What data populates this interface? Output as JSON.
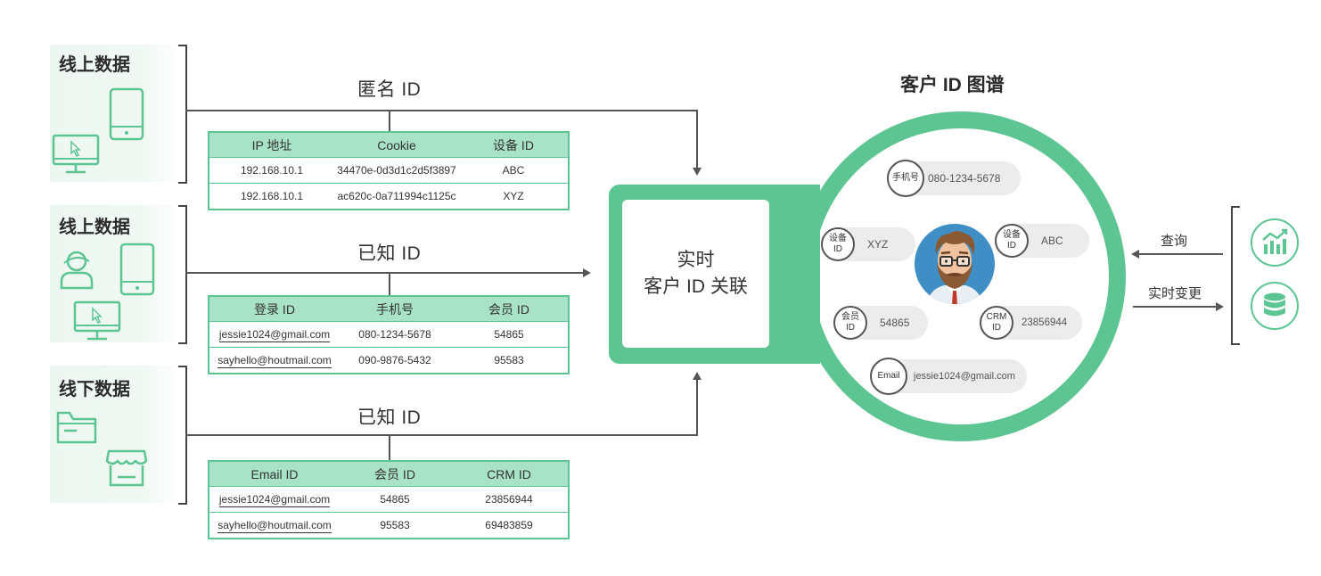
{
  "sources": [
    {
      "title": "线上数据"
    },
    {
      "title": "线上数据"
    },
    {
      "title": "线下数据"
    }
  ],
  "connections": [
    {
      "label": "匿名 ID"
    },
    {
      "label": "已知 ID"
    },
    {
      "label": "已知 ID"
    }
  ],
  "tables": [
    {
      "headers": [
        "IP 地址",
        "Cookie",
        "设备 ID"
      ],
      "rows": [
        [
          "192.168.10.1",
          "34470e-0d3d1c2d5f3897",
          "ABC"
        ],
        [
          "192.168.10.1",
          "ac620c-0a711994c1125c",
          "XYZ"
        ]
      ]
    },
    {
      "headers": [
        "登录 ID",
        "手机号",
        "会员 ID"
      ],
      "rows": [
        [
          "jessie1024@gmail.com",
          "080-1234-5678",
          "54865"
        ],
        [
          "sayhello@houtmail.com",
          "090-9876-5432",
          "95583"
        ]
      ]
    },
    {
      "headers": [
        "Email ID",
        "会员 ID",
        "CRM ID"
      ],
      "rows": [
        [
          "jessie1024@gmail.com",
          "54865",
          "23856944"
        ],
        [
          "sayhello@houtmail.com",
          "95583",
          "69483859"
        ]
      ]
    }
  ],
  "engine": {
    "line1": "实时",
    "line2": "客户 ID 关联"
  },
  "graph": {
    "title": "客户 ID 图谱",
    "nodes": [
      {
        "key": "手机号",
        "value": "080-1234-5678"
      },
      {
        "key": "设备\nID",
        "value": "XYZ"
      },
      {
        "key": "设备\nID",
        "value": "ABC"
      },
      {
        "key": "会员\nID",
        "value": "54865"
      },
      {
        "key": "CRM\nID",
        "value": "23856944"
      },
      {
        "key": "Email",
        "value": "jessie1024@gmail.com"
      }
    ]
  },
  "right": {
    "query_label": "查询",
    "change_label": "实时变更"
  },
  "colors": {
    "accent": "#5cc592",
    "header_bg": "#a8e2c7",
    "pill_bg": "#ececec"
  },
  "icons": [
    "tablet-icon",
    "desktop-cursor-icon",
    "user-icon",
    "folder-icon",
    "store-icon",
    "chart-icon",
    "database-icon"
  ]
}
